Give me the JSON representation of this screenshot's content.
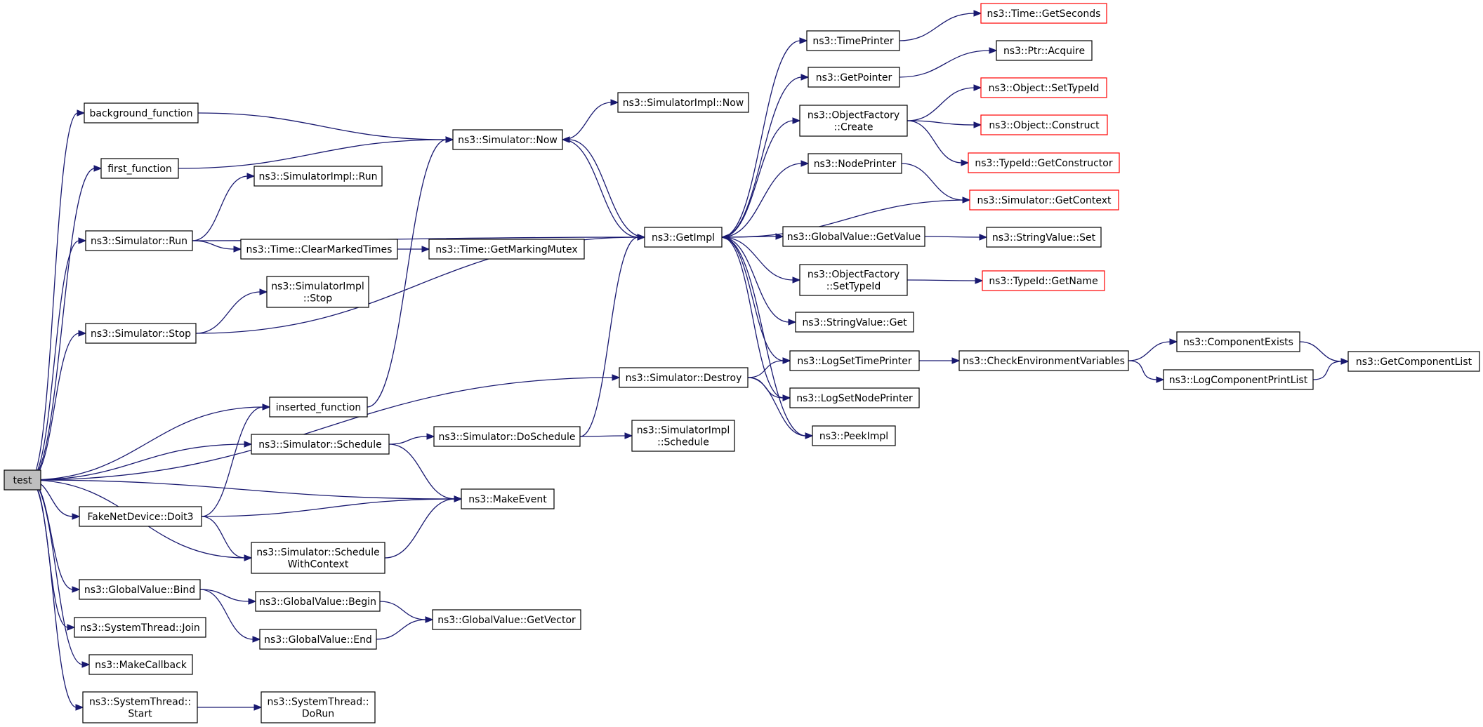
{
  "graph": {
    "nodes": [
      {
        "id": "test",
        "lines": [
          "test"
        ]
      },
      {
        "id": "background_function",
        "lines": [
          "background_function"
        ]
      },
      {
        "id": "first_function",
        "lines": [
          "first_function"
        ]
      },
      {
        "id": "sim_run",
        "lines": [
          "ns3::Simulator::Run"
        ]
      },
      {
        "id": "simimpl_run",
        "lines": [
          "ns3::SimulatorImpl::Run"
        ]
      },
      {
        "id": "time_clear",
        "lines": [
          "ns3::Time::ClearMarkedTimes"
        ]
      },
      {
        "id": "time_mutex",
        "lines": [
          "ns3::Time::GetMarkingMutex"
        ]
      },
      {
        "id": "sim_stop",
        "lines": [
          "ns3::Simulator::Stop"
        ]
      },
      {
        "id": "simimpl_stop",
        "lines": [
          "ns3::SimulatorImpl",
          "::Stop"
        ]
      },
      {
        "id": "sim_now",
        "lines": [
          "ns3::Simulator::Now"
        ]
      },
      {
        "id": "simimpl_now",
        "lines": [
          "ns3::SimulatorImpl::Now"
        ]
      },
      {
        "id": "inserted_function",
        "lines": [
          "inserted_function"
        ]
      },
      {
        "id": "sim_schedule",
        "lines": [
          "ns3::Simulator::Schedule"
        ]
      },
      {
        "id": "sim_doschedule",
        "lines": [
          "ns3::Simulator::DoSchedule"
        ]
      },
      {
        "id": "simimpl_schedule",
        "lines": [
          "ns3::SimulatorImpl",
          "::Schedule"
        ]
      },
      {
        "id": "fake_doit3",
        "lines": [
          "FakeNetDevice::Doit3"
        ]
      },
      {
        "id": "make_event",
        "lines": [
          "ns3::MakeEvent"
        ]
      },
      {
        "id": "sim_schedule_ctx",
        "lines": [
          "ns3::Simulator::Schedule",
          "WithContext"
        ]
      },
      {
        "id": "gv_bind",
        "lines": [
          "ns3::GlobalValue::Bind"
        ]
      },
      {
        "id": "gv_begin",
        "lines": [
          "ns3::GlobalValue::Begin"
        ]
      },
      {
        "id": "gv_end",
        "lines": [
          "ns3::GlobalValue::End"
        ]
      },
      {
        "id": "gv_getvector",
        "lines": [
          "ns3::GlobalValue::GetVector"
        ]
      },
      {
        "id": "st_join",
        "lines": [
          "ns3::SystemThread::Join"
        ]
      },
      {
        "id": "make_callback",
        "lines": [
          "ns3::MakeCallback"
        ]
      },
      {
        "id": "st_start",
        "lines": [
          "ns3::SystemThread::",
          "Start"
        ]
      },
      {
        "id": "st_dorun",
        "lines": [
          "ns3::SystemThread::",
          "DoRun"
        ]
      },
      {
        "id": "sim_destroy",
        "lines": [
          "ns3::Simulator::Destroy"
        ]
      },
      {
        "id": "getimpl",
        "lines": [
          "ns3::GetImpl"
        ]
      },
      {
        "id": "time_printer",
        "lines": [
          "ns3::TimePrinter"
        ]
      },
      {
        "id": "time_getseconds",
        "lines": [
          "ns3::Time::GetSeconds"
        ],
        "red": true
      },
      {
        "id": "get_pointer",
        "lines": [
          "ns3::GetPointer"
        ]
      },
      {
        "id": "ptr_acquire",
        "lines": [
          "ns3::Ptr::Acquire"
        ]
      },
      {
        "id": "of_create",
        "lines": [
          "ns3::ObjectFactory",
          "::Create"
        ]
      },
      {
        "id": "obj_settypeid",
        "lines": [
          "ns3::Object::SetTypeId"
        ],
        "red": true
      },
      {
        "id": "obj_construct",
        "lines": [
          "ns3::Object::Construct"
        ],
        "red": true
      },
      {
        "id": "typeid_getctor",
        "lines": [
          "ns3::TypeId::GetConstructor"
        ],
        "red": true
      },
      {
        "id": "node_printer",
        "lines": [
          "ns3::NodePrinter"
        ]
      },
      {
        "id": "sim_getcontext",
        "lines": [
          "ns3::Simulator::GetContext"
        ],
        "red": true
      },
      {
        "id": "gv_getvalue",
        "lines": [
          "ns3::GlobalValue::GetValue"
        ]
      },
      {
        "id": "sv_set",
        "lines": [
          "ns3::StringValue::Set"
        ]
      },
      {
        "id": "of_settypeid",
        "lines": [
          "ns3::ObjectFactory",
          "::SetTypeId"
        ]
      },
      {
        "id": "typeid_getname",
        "lines": [
          "ns3::TypeId::GetName"
        ],
        "red": true
      },
      {
        "id": "sv_get",
        "lines": [
          "ns3::StringValue::Get"
        ]
      },
      {
        "id": "log_settimeprinter",
        "lines": [
          "ns3::LogSetTimePrinter"
        ]
      },
      {
        "id": "check_env",
        "lines": [
          "ns3::CheckEnvironmentVariables"
        ]
      },
      {
        "id": "comp_exists",
        "lines": [
          "ns3::ComponentExists"
        ]
      },
      {
        "id": "get_comp_list",
        "lines": [
          "ns3::GetComponentList"
        ]
      },
      {
        "id": "log_comp_printlist",
        "lines": [
          "ns3::LogComponentPrintList"
        ]
      },
      {
        "id": "log_setnodeprinter",
        "lines": [
          "ns3::LogSetNodePrinter"
        ]
      },
      {
        "id": "peek_impl",
        "lines": [
          "ns3::PeekImpl"
        ]
      }
    ],
    "edges": [
      [
        "test",
        "background_function"
      ],
      [
        "test",
        "first_function"
      ],
      [
        "test",
        "sim_run"
      ],
      [
        "test",
        "sim_stop"
      ],
      [
        "test",
        "sim_destroy"
      ],
      [
        "test",
        "inserted_function"
      ],
      [
        "test",
        "sim_schedule"
      ],
      [
        "test",
        "make_event"
      ],
      [
        "test",
        "fake_doit3"
      ],
      [
        "test",
        "sim_schedule_ctx"
      ],
      [
        "test",
        "gv_bind"
      ],
      [
        "test",
        "st_join"
      ],
      [
        "test",
        "make_callback"
      ],
      [
        "test",
        "st_start"
      ],
      [
        "background_function",
        "sim_now"
      ],
      [
        "first_function",
        "sim_now"
      ],
      [
        "sim_run",
        "simimpl_run"
      ],
      [
        "sim_run",
        "getimpl"
      ],
      [
        "sim_run",
        "time_clear"
      ],
      [
        "time_clear",
        "time_mutex"
      ],
      [
        "sim_stop",
        "simimpl_stop"
      ],
      [
        "sim_stop",
        "getimpl"
      ],
      [
        "sim_now",
        "simimpl_now"
      ],
      [
        "sim_now",
        "getimpl"
      ],
      [
        "inserted_function",
        "sim_now"
      ],
      [
        "sim_schedule",
        "sim_doschedule"
      ],
      [
        "sim_schedule",
        "make_event"
      ],
      [
        "sim_doschedule",
        "simimpl_schedule"
      ],
      [
        "sim_doschedule",
        "getimpl"
      ],
      [
        "fake_doit3",
        "inserted_function"
      ],
      [
        "fake_doit3",
        "make_event"
      ],
      [
        "fake_doit3",
        "sim_schedule_ctx"
      ],
      [
        "sim_schedule_ctx",
        "make_event"
      ],
      [
        "gv_bind",
        "gv_begin"
      ],
      [
        "gv_bind",
        "gv_end"
      ],
      [
        "gv_begin",
        "gv_getvector"
      ],
      [
        "gv_end",
        "gv_getvector"
      ],
      [
        "st_start",
        "st_dorun"
      ],
      [
        "sim_destroy",
        "log_settimeprinter"
      ],
      [
        "sim_destroy",
        "log_setnodeprinter"
      ],
      [
        "sim_destroy",
        "peek_impl"
      ],
      [
        "getimpl",
        "time_printer"
      ],
      [
        "getimpl",
        "get_pointer"
      ],
      [
        "getimpl",
        "of_create"
      ],
      [
        "getimpl",
        "node_printer"
      ],
      [
        "getimpl",
        "gv_getvalue"
      ],
      [
        "getimpl",
        "of_settypeid"
      ],
      [
        "getimpl",
        "sv_get"
      ],
      [
        "getimpl",
        "log_settimeprinter"
      ],
      [
        "getimpl",
        "log_setnodeprinter"
      ],
      [
        "getimpl",
        "peek_impl"
      ],
      [
        "getimpl",
        "sim_now"
      ],
      [
        "time_printer",
        "time_getseconds"
      ],
      [
        "get_pointer",
        "ptr_acquire"
      ],
      [
        "of_create",
        "obj_settypeid"
      ],
      [
        "of_create",
        "obj_construct"
      ],
      [
        "of_create",
        "typeid_getctor"
      ],
      [
        "node_printer",
        "sim_getcontext"
      ],
      [
        "sim_getcontext",
        "getimpl"
      ],
      [
        "gv_getvalue",
        "sv_set"
      ],
      [
        "of_settypeid",
        "typeid_getname"
      ],
      [
        "log_settimeprinter",
        "check_env"
      ],
      [
        "check_env",
        "comp_exists"
      ],
      [
        "check_env",
        "log_comp_printlist"
      ],
      [
        "comp_exists",
        "get_comp_list"
      ],
      [
        "log_comp_printlist",
        "get_comp_list"
      ]
    ]
  }
}
